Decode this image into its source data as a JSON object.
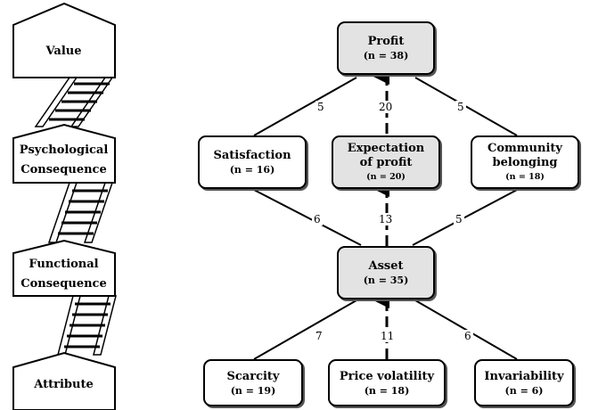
{
  "levels": {
    "value": "Value",
    "psychological": [
      "Psychological",
      "Consequence"
    ],
    "functional": [
      "Functional",
      "Consequence"
    ],
    "attribute": "Attribute"
  },
  "nodes": {
    "profit": {
      "label": "Profit",
      "n": "(n = 38)"
    },
    "satisfaction": {
      "label": "Satisfaction",
      "n": "(n = 16)"
    },
    "expectation": {
      "label": [
        "Expectation",
        "of profit"
      ],
      "n": "(n = 20)"
    },
    "community": {
      "label": [
        "Community",
        "belonging"
      ],
      "n": "(n = 18)"
    },
    "asset": {
      "label": "Asset",
      "n": "(n = 35)"
    },
    "scarcity": {
      "label": "Scarcity",
      "n": "(n = 19)"
    },
    "price_volatility": {
      "label": "Price volatility",
      "n": "(n = 18)"
    },
    "invariability": {
      "label": "Invariability",
      "n": "(n = 6)"
    }
  },
  "links": {
    "satisfaction_profit": "5",
    "expectation_profit": "20",
    "community_profit": "5",
    "asset_satisfaction": "6",
    "asset_expectation": "13",
    "asset_community": "5",
    "scarcity_asset": "7",
    "price_asset": "11",
    "invariability_asset": "6"
  }
}
